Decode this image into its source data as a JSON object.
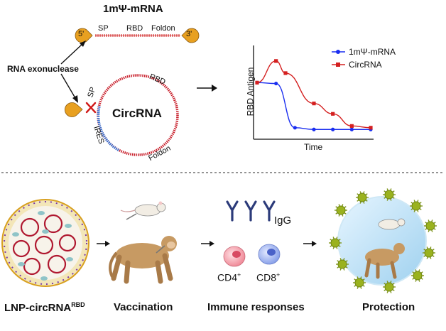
{
  "top": {
    "mrna_title": "1mΨ-mRNA",
    "five_prime": "5'",
    "three_prime": "3'",
    "sp": "SP",
    "rbd": "RBD",
    "foldon": "Foldon",
    "exonuclease": "RNA exonuclease",
    "circ_title": "CircRNA",
    "circ_rbd": "RBD",
    "circ_sp": "SP",
    "circ_ires": "IRES",
    "circ_foldon": "Foldon"
  },
  "chart_data": {
    "type": "line",
    "ylabel": "RBD Antigen",
    "xlabel": "Time",
    "legend_position": "top-right",
    "series": [
      {
        "name": "1mΨ-mRNA",
        "color": "#1a2ef0",
        "x": [
          1,
          2,
          3,
          4,
          5,
          6,
          7
        ],
        "y": [
          0.62,
          0.61,
          0.1,
          0.08,
          0.08,
          0.08,
          0.08
        ]
      },
      {
        "name": "CircRNA",
        "color": "#d42020",
        "x": [
          1,
          2,
          2.5,
          4,
          5,
          6,
          7
        ],
        "y": [
          0.62,
          0.87,
          0.73,
          0.38,
          0.26,
          0.12,
          0.1
        ]
      }
    ]
  },
  "bottom": {
    "igg": "IgG",
    "cd4": "CD4",
    "cd4_sup": "+",
    "cd8": "CD8",
    "cd8_sup": "+",
    "steps": [
      "LNP-circRNA",
      "Vaccination",
      "Immune responses",
      "Protection"
    ],
    "lnp_sup": "RBD"
  },
  "colors": {
    "mrna_line": "#cc2222",
    "circ_red": "#c81e2a",
    "circ_blue": "#2a6fd6",
    "pacman": "#e8a020",
    "virus": "#9ab21e",
    "shield": "#bfe3f7",
    "divider": "#555555"
  }
}
